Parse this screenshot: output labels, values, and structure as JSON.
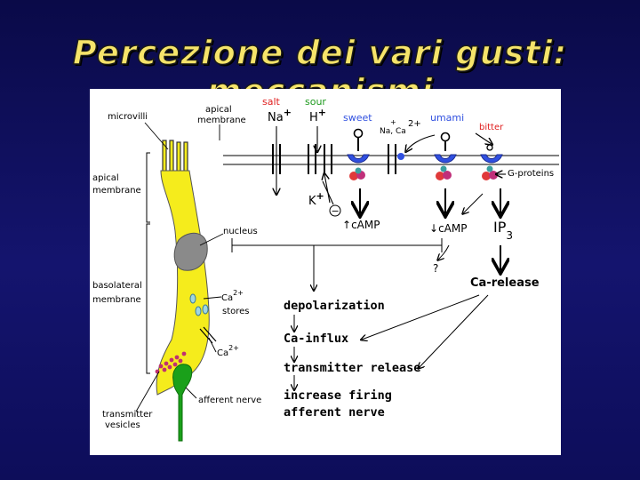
{
  "title": "Percezione dei vari gusti: meccanismi",
  "diagram": {
    "cell_labels": {
      "microvilli": "microvilli",
      "apical_membrane_top_1": "apical",
      "apical_membrane_top_2": "membrane",
      "apical_membrane_left_1": "apical",
      "apical_membrane_left_2": "membrane",
      "basolateral_1": "basolateral",
      "basolateral_2": "membrane",
      "nucleus": "nucleus",
      "ca_stores": "stores",
      "afferent_nerve": "afferent nerve",
      "transmitter_vesicles_1": "transmitter",
      "transmitter_vesicles_2": "vesicles",
      "ca_main": "Ca",
      "ca_sup": "2+"
    },
    "tastes": {
      "salt": "salt",
      "sour": "sour",
      "sweet": "sweet",
      "umami": "umami",
      "bitter": "bitter"
    },
    "ions": {
      "na": "Na",
      "plus": "+",
      "h": "H",
      "k": "K",
      "na_ca_na": "Na, Ca",
      "na_ca_plus": "+",
      "na_ca_sup": "2+",
      "minus": "−"
    },
    "g_proteins": "G-proteins",
    "up_arrow": "↑",
    "down_arrow": "↓",
    "camp": "cAMP",
    "ip": "IP",
    "ip_sub": "3",
    "ca_release": "Ca-release",
    "question": "?",
    "cascade": {
      "depolarization": "depolarization",
      "ca_influx": "Ca-influx",
      "transmitter_release": "transmitter release",
      "increase_firing": "increase firing",
      "afferent_nerve": "afferent nerve"
    },
    "colors": {
      "cell_fill": "#f5ec1c",
      "nucleus": "#8a8a8a",
      "nerve": "#1aa01a",
      "salt": "#e02020",
      "sour": "#1e9a1e",
      "taste_blue": "#3050e0",
      "bitter": "#e02020",
      "title": "#f6e46a"
    }
  }
}
